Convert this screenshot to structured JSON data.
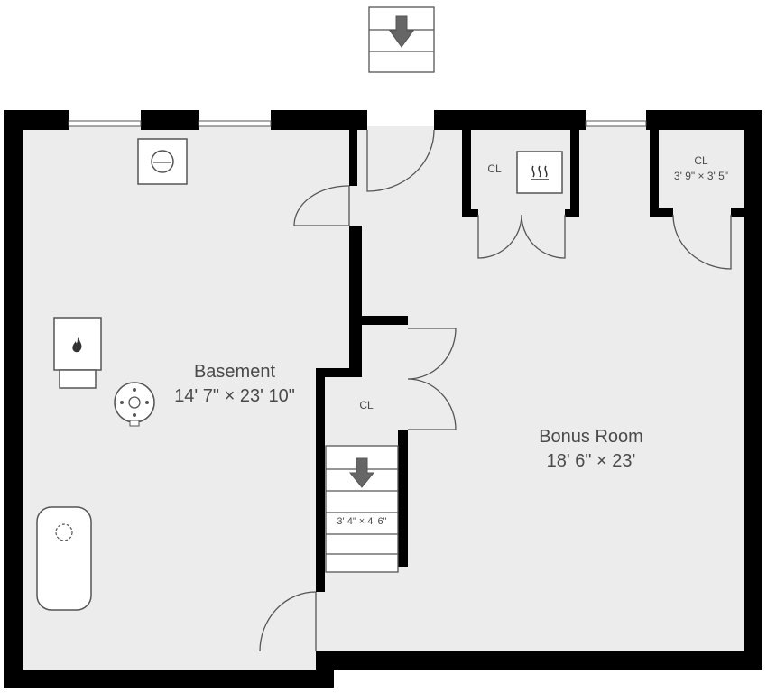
{
  "rooms": {
    "basement": {
      "name": "Basement",
      "dims": "14' 7\" × 23' 10\""
    },
    "bonus_room": {
      "name": "Bonus Room",
      "dims": "18' 6\" × 23'"
    },
    "closet_center": {
      "name": "CL"
    },
    "closet_top_middle": {
      "name": "CL"
    },
    "closet_top_right": {
      "name": "CL",
      "dims": "3' 9\" × 3' 5\""
    },
    "stairs": {
      "dims": "3' 4\" × 4' 6\""
    }
  },
  "colors": {
    "wall": "#000000",
    "floor": "#ececec",
    "fixture_stroke": "#555555",
    "text": "#4a4a4a"
  },
  "icons": {
    "water_heater": "flame-icon",
    "furnace": "heat-waves-icon",
    "stair_direction": "arrow-down-icon"
  }
}
